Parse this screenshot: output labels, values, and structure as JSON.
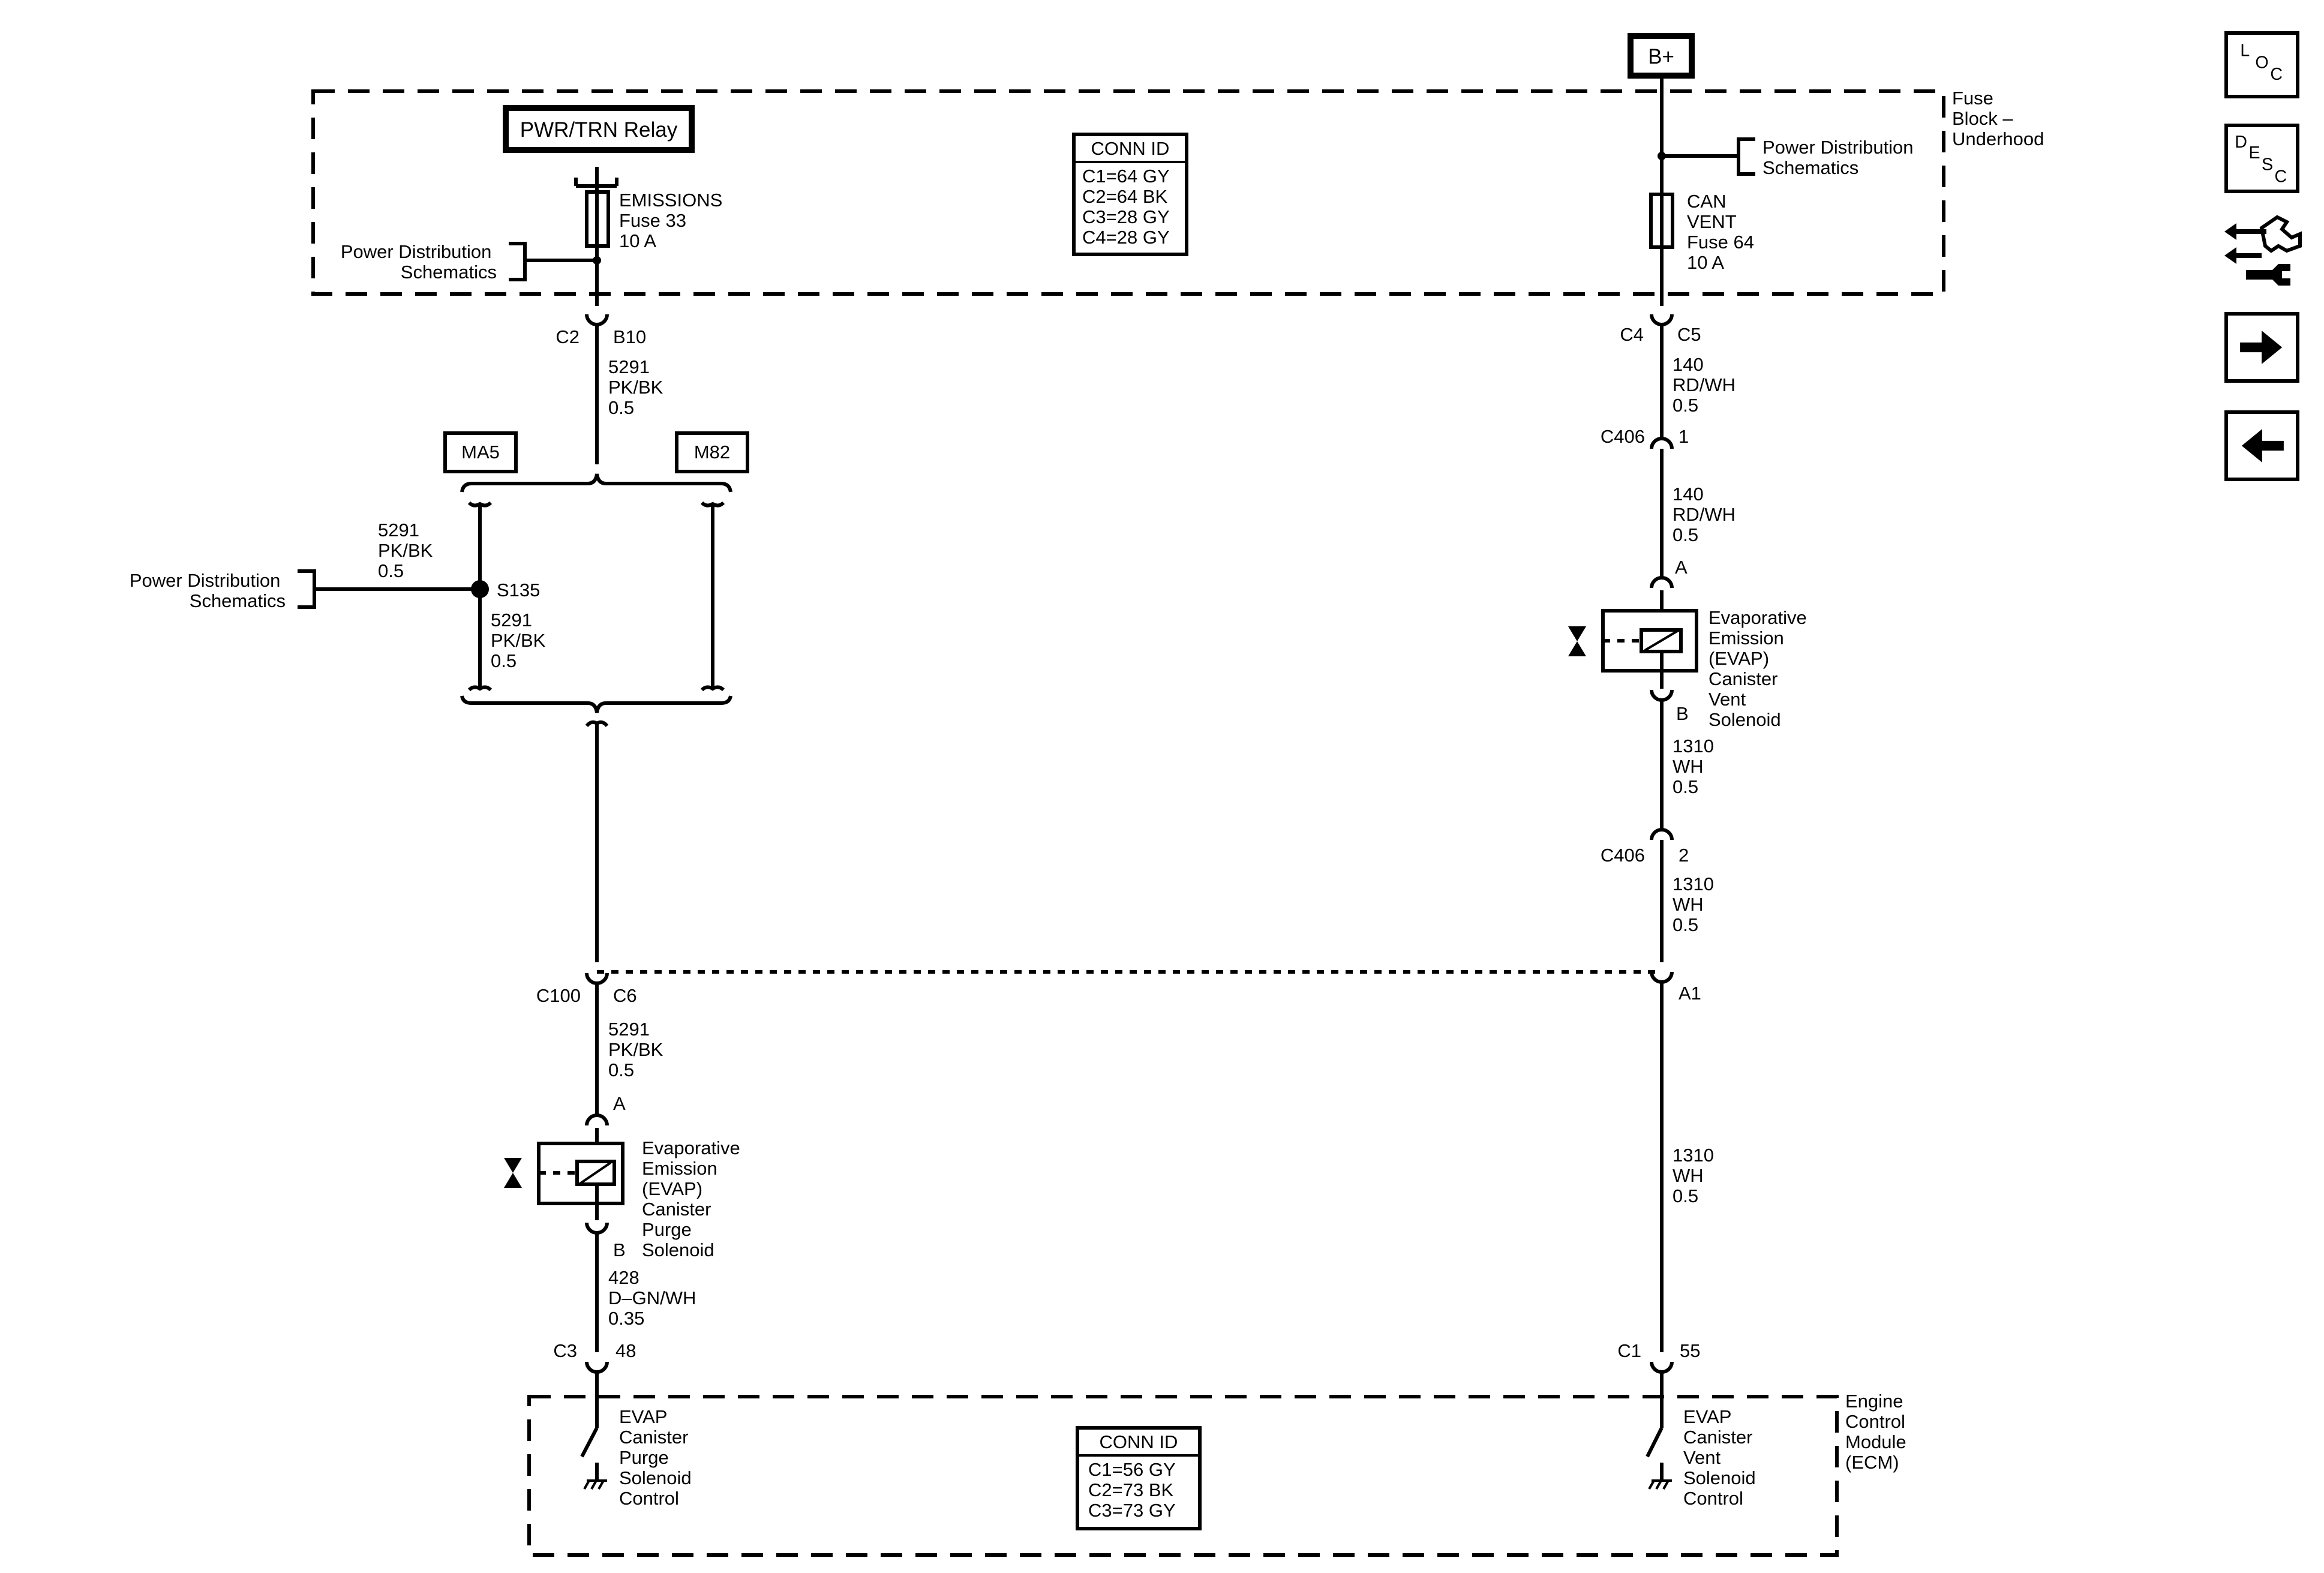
{
  "nav": {
    "loc": [
      "L",
      "O",
      "C"
    ],
    "desc": [
      "D",
      "E",
      "S",
      "C"
    ]
  },
  "top_block": {
    "name": [
      "Fuse",
      "Block –",
      "Underhood"
    ],
    "b_plus": "B+",
    "relay": "PWR/TRN Relay",
    "fuse33": [
      "EMISSIONS",
      "Fuse 33",
      "10 A"
    ],
    "fuse64": [
      "CAN",
      "VENT",
      "Fuse 64",
      "10 A"
    ],
    "pds_left": [
      "Power Distribution",
      "Schematics"
    ],
    "pds_right": [
      "Power Distribution",
      "Schematics"
    ],
    "conn_id": {
      "title": "CONN ID",
      "rows": [
        "C1=64 GY",
        "C2=64 BK",
        "C3=28 GY",
        "C4=28 GY"
      ]
    }
  },
  "left_circuit": {
    "conn_top": [
      "C2",
      "B10"
    ],
    "wire1": [
      "5291",
      "PK/BK",
      "0.5"
    ],
    "ma5": "MA5",
    "m82": "M82",
    "wire2": [
      "5291",
      "PK/BK",
      "0.5"
    ],
    "splice": "S135",
    "wire3": [
      "5291",
      "PK/BK",
      "0.5"
    ],
    "pds": [
      "Power Distribution",
      "Schematics"
    ],
    "c100": [
      "C100",
      "C6"
    ],
    "wire4": [
      "5291",
      "PK/BK",
      "0.5"
    ],
    "pin_a": "A",
    "pin_b": "B",
    "purge_solenoid": [
      "Evaporative",
      "Emission",
      "(EVAP)",
      "Canister",
      "Purge",
      "Solenoid"
    ],
    "wire5": [
      "428",
      "D–GN/WH",
      "0.35"
    ],
    "conn_ecm": [
      "C3",
      "48"
    ]
  },
  "right_circuit": {
    "conn_top": [
      "C4",
      "C5"
    ],
    "wire1": [
      "140",
      "RD/WH",
      "0.5"
    ],
    "c406a": [
      "C406",
      "1"
    ],
    "wire2": [
      "140",
      "RD/WH",
      "0.5"
    ],
    "pin_a": "A",
    "pin_b": "B",
    "vent_solenoid": [
      "Evaporative",
      "Emission",
      "(EVAP)",
      "Canister",
      "Vent",
      "Solenoid"
    ],
    "wire3": [
      "1310",
      "WH",
      "0.5"
    ],
    "c406b": [
      "C406",
      "2"
    ],
    "wire4": [
      "1310",
      "WH",
      "0.5"
    ],
    "pin_a1": "A1",
    "wire5": [
      "1310",
      "WH",
      "0.5"
    ],
    "conn_ecm": [
      "C1",
      "55"
    ]
  },
  "ecm": {
    "name": [
      "Engine",
      "Control",
      "Module",
      "(ECM)"
    ],
    "purge_control": [
      "EVAP",
      "Canister",
      "Purge",
      "Solenoid",
      "Control"
    ],
    "vent_control": [
      "EVAP",
      "Canister",
      "Vent",
      "Solenoid",
      "Control"
    ],
    "conn_id": {
      "title": "CONN ID",
      "rows": [
        "C1=56 GY",
        "C2=73 BK",
        "C3=73 GY"
      ]
    }
  }
}
